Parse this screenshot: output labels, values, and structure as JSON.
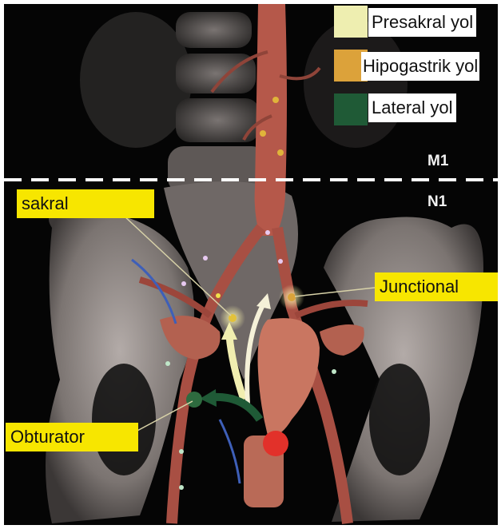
{
  "legend": {
    "items": [
      {
        "label": "Presakral yol",
        "color": "#eeeeb0"
      },
      {
        "label": "Hipogastrik yol",
        "color": "#dca23a"
      },
      {
        "label": "Lateral yol",
        "color": "#1f5a36"
      }
    ]
  },
  "levels": {
    "upper": "M1",
    "lower": "N1"
  },
  "callouts": {
    "sacral": "sakral",
    "junctional": "Junctional",
    "obturator": "Obturator"
  },
  "colors": {
    "background": "#050505",
    "bone": "#8d8582",
    "vessel": "#b5584a",
    "callout_bg": "#f7e600",
    "divider": "#ffffff"
  }
}
